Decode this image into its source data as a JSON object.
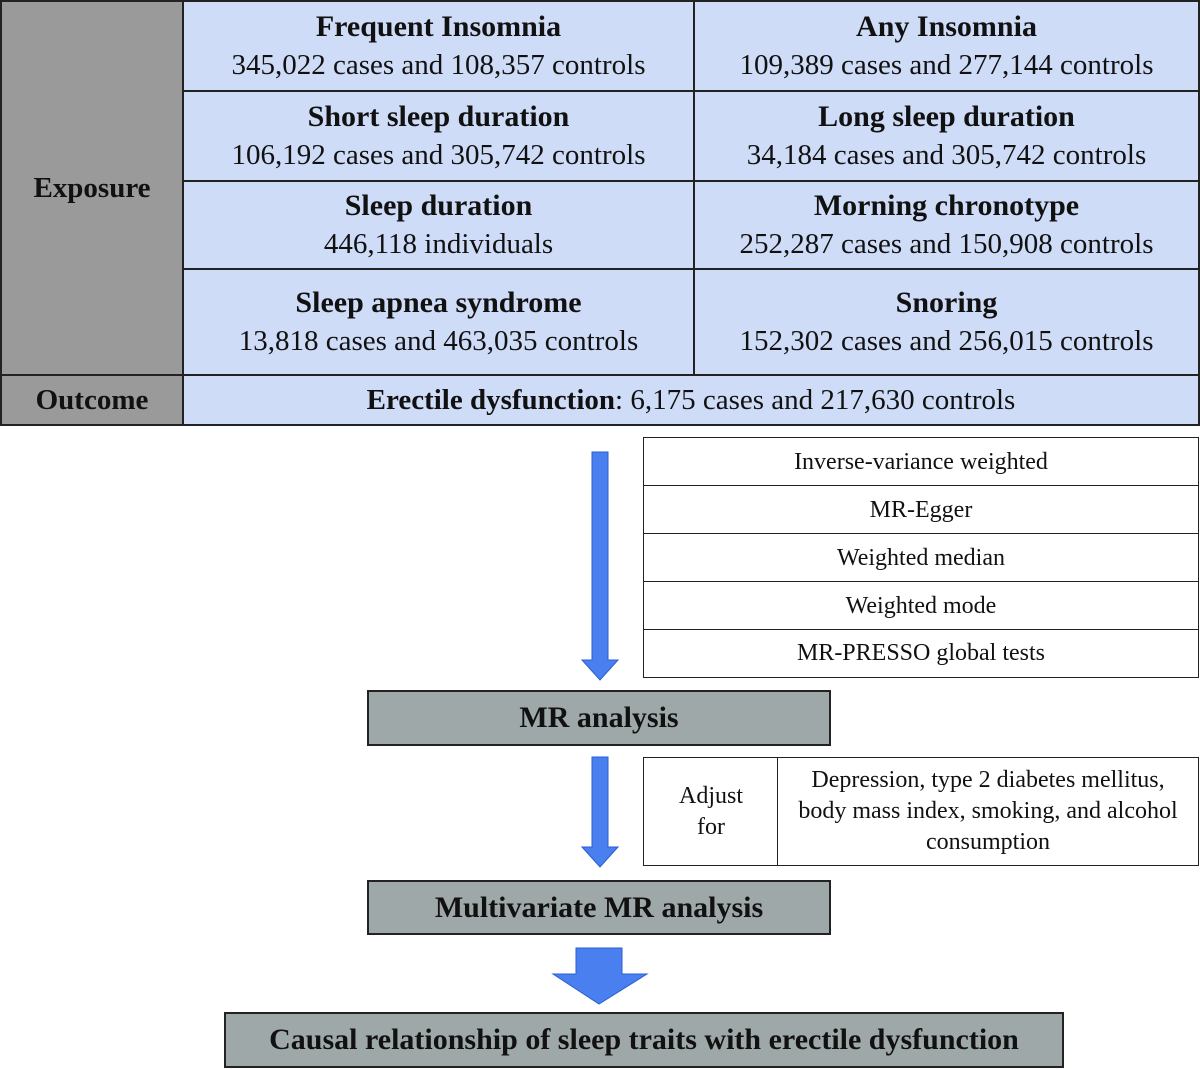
{
  "exposure": {
    "label": "Exposure",
    "traits": [
      {
        "title": "Frequent Insomnia",
        "detail": "345,022 cases and 108,357 controls"
      },
      {
        "title": "Any Insomnia",
        "detail": "109,389 cases and 277,144 controls"
      },
      {
        "title": "Short sleep duration",
        "detail": "106,192 cases and 305,742 controls"
      },
      {
        "title": "Long sleep duration",
        "detail": "34,184 cases and 305,742 controls"
      },
      {
        "title": "Sleep duration",
        "detail": "446,118 individuals"
      },
      {
        "title": "Morning chronotype",
        "detail": "252,287 cases and 150,908 controls"
      },
      {
        "title": "Sleep apnea syndrome",
        "detail": "13,818 cases and 463,035 controls"
      },
      {
        "title": "Snoring",
        "detail": "152,302 cases and 256,015 controls"
      }
    ]
  },
  "outcome": {
    "label": "Outcome",
    "title": "Erectile dysfunction",
    "detail": ": 6,175 cases and 217,630 controls"
  },
  "methods": [
    "Inverse-variance weighted",
    "MR-Egger",
    "Weighted median",
    "Weighted mode",
    "MR-PRESSO global tests"
  ],
  "mr_analysis": "MR analysis",
  "adjust": {
    "label": "Adjust for",
    "covariates": "Depression, type 2 diabetes mellitus, body mass index, smoking, and alcohol consumption"
  },
  "multivariate": "Multivariate MR analysis",
  "conclusion": "Causal relationship of sleep traits with erectile dysfunction",
  "colors": {
    "cell_fill": "#cfdcf7",
    "label_fill": "#9a9a9a",
    "stage_fill": "#9fa8a8",
    "arrow": "#4a7ff0"
  }
}
